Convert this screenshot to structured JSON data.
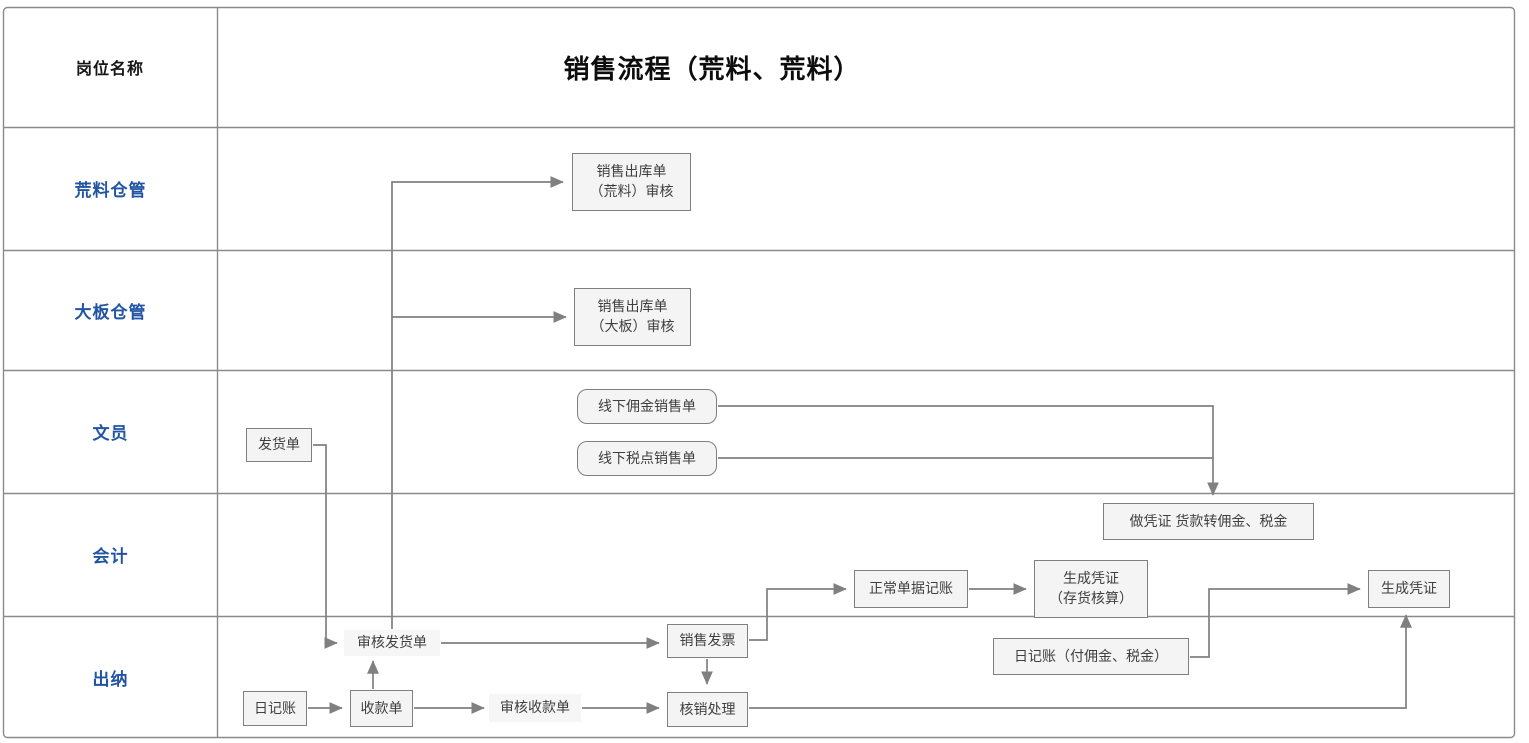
{
  "header": {
    "corner_label": "岗位名称",
    "title": "销售流程（荒料、荒料）"
  },
  "lanes": [
    {
      "label": "荒料仓管"
    },
    {
      "label": "大板仓管"
    },
    {
      "label": "文员"
    },
    {
      "label": "会计"
    },
    {
      "label": "出纳"
    }
  ],
  "nodes": {
    "outbound_hl": {
      "label": "销售出库单\n（荒料）审核"
    },
    "outbound_db": {
      "label": "销售出库单\n（大板）审核"
    },
    "fahuodan": {
      "label": "发货单"
    },
    "xianxia_yj": {
      "label": "线下佣金销售单"
    },
    "xianxia_sd": {
      "label": "线下税点销售单"
    },
    "zuopingzheng": {
      "label": "做凭证 货款转佣金、税金"
    },
    "zhengchang_dj": {
      "label": "正常单据记账"
    },
    "shengcheng_ch": {
      "label": "生成凭证\n（存货核算）"
    },
    "rijizhang_fu": {
      "label": "日记账（付佣金、税金）"
    },
    "shengcheng_pz": {
      "label": "生成凭证"
    },
    "shenhe_fhd": {
      "label": "审核发货单"
    },
    "rijizhang": {
      "label": "日记账"
    },
    "shoukuandan": {
      "label": "收款单"
    },
    "shenhe_skd": {
      "label": "审核收款单"
    },
    "hexiao_chuli": {
      "label": "核销处理"
    },
    "xiaoshou_fp": {
      "label": "销售发票"
    }
  },
  "colors": {
    "lane_label_blue": "#2155a3",
    "box_fill": "#f4f4f4",
    "box_border": "#7f7f7f",
    "connector_gray": "#808080",
    "grid_gray": "#8a8a8a",
    "node_text": "#3f3f3f",
    "title_text": "#0d0d0d"
  }
}
